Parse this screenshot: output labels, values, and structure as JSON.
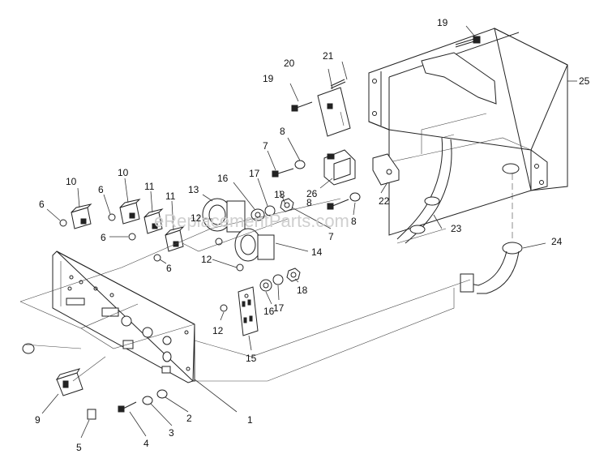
{
  "watermark": "eReplacementParts.com",
  "callouts": [
    {
      "id": "c1",
      "text": "1"
    },
    {
      "id": "c2",
      "text": "2"
    },
    {
      "id": "c3",
      "text": "3"
    },
    {
      "id": "c4",
      "text": "4"
    },
    {
      "id": "c5",
      "text": "5"
    },
    {
      "id": "c6a",
      "text": "6"
    },
    {
      "id": "c6b",
      "text": "6"
    },
    {
      "id": "c6c",
      "text": "6"
    },
    {
      "id": "c6d",
      "text": "6"
    },
    {
      "id": "c7a",
      "text": "7"
    },
    {
      "id": "c7b",
      "text": "7"
    },
    {
      "id": "c8a",
      "text": "8"
    },
    {
      "id": "c8b",
      "text": "8"
    },
    {
      "id": "c8c",
      "text": "8"
    },
    {
      "id": "c9",
      "text": "9"
    },
    {
      "id": "c10a",
      "text": "10"
    },
    {
      "id": "c10b",
      "text": "10"
    },
    {
      "id": "c11a",
      "text": "11"
    },
    {
      "id": "c11b",
      "text": "11"
    },
    {
      "id": "c12a",
      "text": "12"
    },
    {
      "id": "c12b",
      "text": "12"
    },
    {
      "id": "c12c",
      "text": "12"
    },
    {
      "id": "c13",
      "text": "13"
    },
    {
      "id": "c14",
      "text": "14"
    },
    {
      "id": "c15",
      "text": "15"
    },
    {
      "id": "c16a",
      "text": "16"
    },
    {
      "id": "c16b",
      "text": "16"
    },
    {
      "id": "c17a",
      "text": "17"
    },
    {
      "id": "c17b",
      "text": "17"
    },
    {
      "id": "c18a",
      "text": "18"
    },
    {
      "id": "c18b",
      "text": "18"
    },
    {
      "id": "c19a",
      "text": "19"
    },
    {
      "id": "c19b",
      "text": "19"
    },
    {
      "id": "c20",
      "text": "20"
    },
    {
      "id": "c21",
      "text": "21"
    },
    {
      "id": "c22",
      "text": "22"
    },
    {
      "id": "c23",
      "text": "23"
    },
    {
      "id": "c24",
      "text": "24"
    },
    {
      "id": "c25",
      "text": "25"
    },
    {
      "id": "c26",
      "text": "26"
    }
  ]
}
